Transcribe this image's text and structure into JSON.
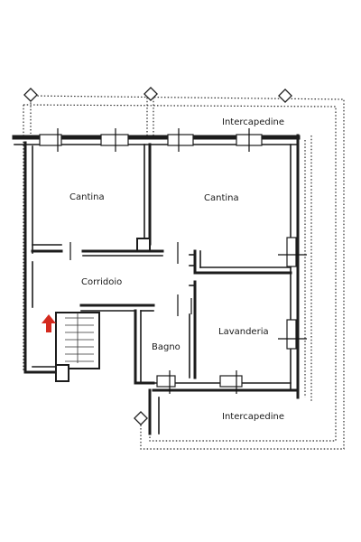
{
  "rooms": {
    "cantina_left": "Cantina",
    "cantina_right": "Cantina",
    "corridoio": "Corridoio",
    "bagno": "Bagno",
    "lavanderia": "Lavanderia",
    "intercapedine_top": "Intercapedine",
    "intercapedine_bottom": "Intercapedine"
  },
  "colors": {
    "wall": "#1c1c1c",
    "entrance_arrow": "#d42a1e",
    "background": "#ffffff"
  },
  "icons": {
    "entrance": "entrance-arrow-icon",
    "stairs": "stairs-icon",
    "survey_marker": "diamond-marker-icon"
  }
}
